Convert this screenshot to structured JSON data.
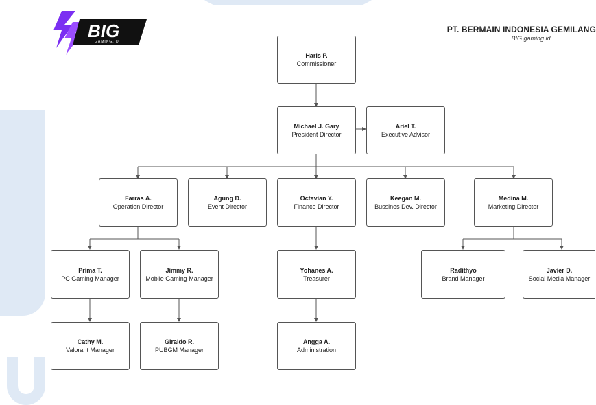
{
  "logo": {
    "text": "BIG",
    "subtext": "GAMING.ID"
  },
  "company": {
    "name": "PT. BERMAIN INDONESIA GEMILANG",
    "subtitle": "BIG gaming.id"
  },
  "nodes": {
    "commissioner": {
      "name": "Haris P.",
      "role": "Commissioner"
    },
    "president": {
      "name": "Michael J. Gary",
      "role": "President Director"
    },
    "advisor": {
      "name": "Ariel T.",
      "role": "Executive Advisor"
    },
    "operation": {
      "name": "Farras A.",
      "role": "Operation Director"
    },
    "event": {
      "name": "Agung D.",
      "role": "Event Director"
    },
    "finance": {
      "name": "Octavian Y.",
      "role": "Finance Director"
    },
    "business": {
      "name": "Keegan M.",
      "role": "Bussines Dev. Director"
    },
    "marketing": {
      "name": "Medina M.",
      "role": "Marketing Director"
    },
    "pc_gaming": {
      "name": "Prima T.",
      "role": "PC Gaming Manager"
    },
    "mobile_gaming": {
      "name": "Jimmy R.",
      "role": "Mobile Gaming Manager"
    },
    "treasurer": {
      "name": "Yohanes A.",
      "role": "Treasurer"
    },
    "brand": {
      "name": "Radithyo",
      "role": "Brand Manager"
    },
    "social": {
      "name": "Javier D.",
      "role": "Social Media Manager"
    },
    "valorant": {
      "name": "Cathy M.",
      "role": "Valorant Manager"
    },
    "pubgm": {
      "name": "Giraldo R.",
      "role": "PUBGM Manager"
    },
    "administration": {
      "name": "Angga A.",
      "role": "Administration"
    }
  },
  "colors": {
    "line": "#555555",
    "box_border": "#555555",
    "logo_purple": "#7b2ff2",
    "watermark": "#dfe9f5"
  }
}
